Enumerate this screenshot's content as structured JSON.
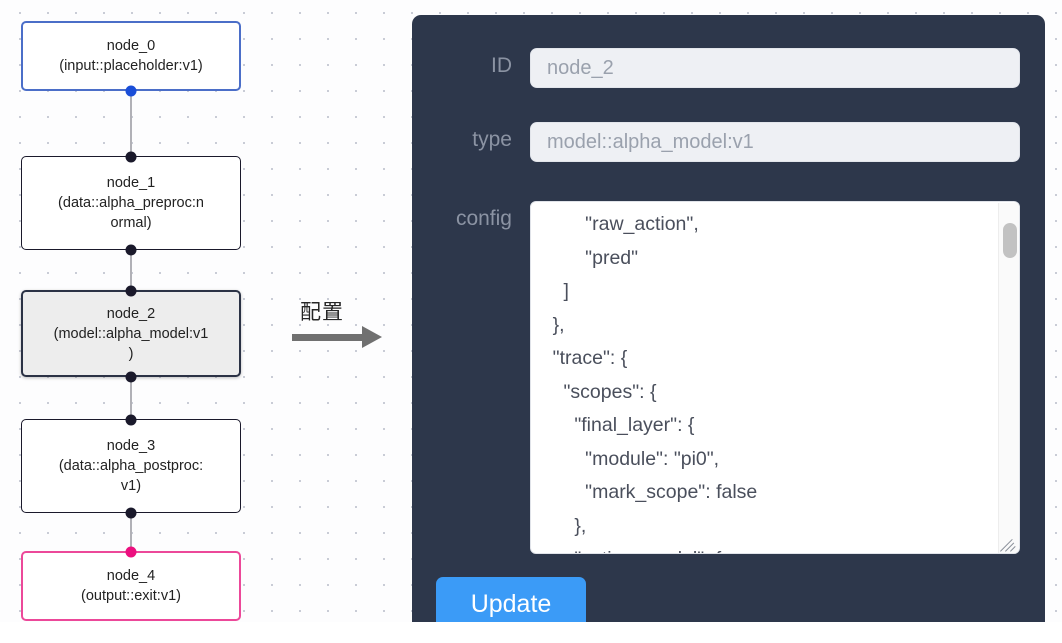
{
  "canvas": {
    "nodes": [
      {
        "id": "node_0",
        "title": "node_0",
        "subtitle": "(input::placeholder:v1)",
        "state": "input",
        "border_color": "#4b6ec8",
        "port_color": "#1a4ed8"
      },
      {
        "id": "node_1",
        "title": "node_1",
        "subtitle_line1": "(data::alpha_preproc:n",
        "subtitle_line2": "ormal)",
        "state": "default",
        "border_color": "#1a192b",
        "port_color": "#1a192b"
      },
      {
        "id": "node_2",
        "title": "node_2",
        "subtitle_line1": "(model::alpha_model:v1",
        "subtitle_line2": ")",
        "state": "selected",
        "border_color": "#2b3245",
        "port_color": "#1a192b"
      },
      {
        "id": "node_3",
        "title": "node_3",
        "subtitle_line1": "(data::alpha_postproc:",
        "subtitle_line2": "v1)",
        "state": "default",
        "border_color": "#1a192b",
        "port_color": "#1a192b"
      },
      {
        "id": "node_4",
        "title": "node_4",
        "subtitle": "(output::exit:v1)",
        "state": "output",
        "border_color": "#ec4899",
        "port_color": "#ec0f7f"
      }
    ]
  },
  "annotation": {
    "label": "配置",
    "arrow_icon": "right-arrow-icon",
    "arrow_color": "#707070"
  },
  "panel": {
    "background_color": "#2d374b",
    "fields": {
      "id": {
        "label": "ID",
        "value": "node_2"
      },
      "type": {
        "label": "type",
        "value": "model::alpha_model:v1"
      },
      "config": {
        "label": "config",
        "value": "          \"raw_action\",\n          \"pred\"\n      ]\n    },\n    \"trace\": {\n      \"scopes\": {\n        \"final_layer\": {\n          \"module\": \"pi0\",\n          \"mark_scope\": false\n        },\n        \"action_model\": {",
        "scrollbar": "vertical-scrollbar",
        "resize_handle": "resize-grip-icon"
      }
    },
    "update_button": {
      "label": "Update",
      "color": "#3b9bf7"
    }
  }
}
